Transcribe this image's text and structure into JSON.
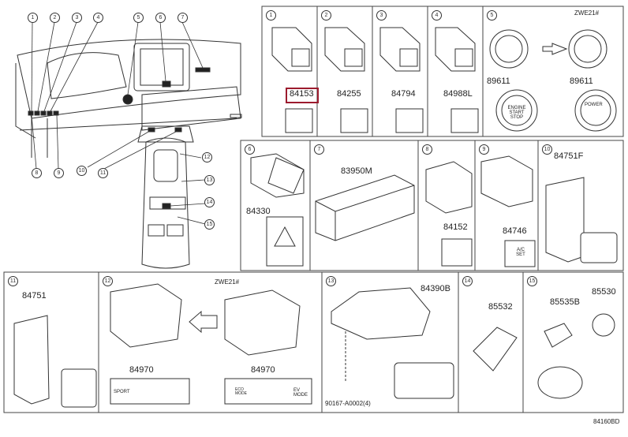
{
  "overview_callouts": [
    {
      "n": "1"
    },
    {
      "n": "2"
    },
    {
      "n": "3"
    },
    {
      "n": "4"
    },
    {
      "n": "5"
    },
    {
      "n": "6"
    },
    {
      "n": "7"
    },
    {
      "n": "8"
    },
    {
      "n": "9"
    },
    {
      "n": "10"
    },
    {
      "n": "11"
    },
    {
      "n": "12"
    },
    {
      "n": "13"
    },
    {
      "n": "14"
    },
    {
      "n": "15"
    }
  ],
  "panels": [
    {
      "n": "1",
      "parts": [
        "84153"
      ],
      "highlight": "84153"
    },
    {
      "n": "2",
      "parts": [
        "84255"
      ]
    },
    {
      "n": "3",
      "parts": [
        "84794"
      ]
    },
    {
      "n": "4",
      "parts": [
        "84988L"
      ]
    },
    {
      "n": "5",
      "note": "ZWE21#",
      "parts": [
        "89611",
        "89611"
      ],
      "button_text": "ENGINE START STOP",
      "button_text2": "POWER"
    },
    {
      "n": "6",
      "parts": [
        "84330"
      ]
    },
    {
      "n": "7",
      "parts": [
        "83950M"
      ]
    },
    {
      "n": "8",
      "parts": [
        "84152"
      ]
    },
    {
      "n": "9",
      "parts": [
        "84746"
      ],
      "label_text": "A/C SET"
    },
    {
      "n": "10",
      "parts": [
        "84751F"
      ]
    },
    {
      "n": "11",
      "parts": [
        "84751"
      ]
    },
    {
      "n": "12",
      "note": "ZWE21#",
      "parts": [
        "84970",
        "84970"
      ],
      "bottom_text_left": "SPORT",
      "bottom_text_right_a": "ECO MODE",
      "bottom_text_right_b": "EV MODE"
    },
    {
      "n": "13",
      "parts": [
        "84390B",
        "90167-A0002(4)"
      ]
    },
    {
      "n": "14",
      "parts": [
        "85532"
      ]
    },
    {
      "n": "15",
      "parts": [
        "85535B",
        "85530"
      ]
    }
  ],
  "diagram_code": "84160BD",
  "colors": {
    "line": "#333333",
    "highlight": "#9c1b2e",
    "panel_border": "#444444"
  }
}
